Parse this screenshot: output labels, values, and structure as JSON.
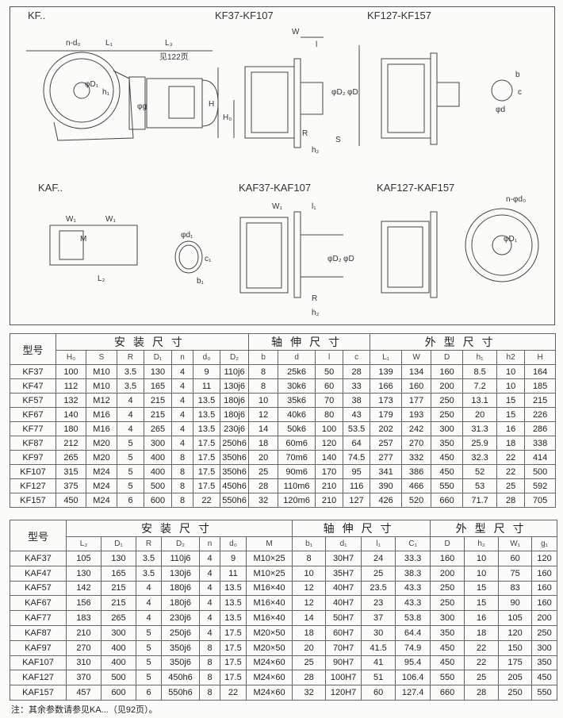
{
  "drawings": {
    "kf_title": "KF..",
    "kf_small_title": "KF37-KF107",
    "kf_large_title": "KF127-KF157",
    "kaf_title": "KAF..",
    "kaf_small_title": "KAF37-KAF107",
    "kaf_large_title": "KAF127-KAF157",
    "labels": {
      "n_d0": "n-d₀",
      "L1": "L₁",
      "L3": "L₃",
      "see_page": "见122页",
      "D1": "φD₁",
      "h1": "h₁",
      "g": "φg",
      "W": "W",
      "l": "l",
      "H": "H",
      "H0": "H₀",
      "D2": "φD₂",
      "D": "φD",
      "R": "R",
      "S": "S",
      "h2": "h₂",
      "b": "b",
      "c": "c",
      "d": "φd",
      "W1": "W₁",
      "M": "M",
      "L2": "L₂",
      "d1": "φd₁",
      "c1": "c₁",
      "b1": "b₁",
      "l1": "l₁",
      "n_phi_d0": "n-φd₀"
    }
  },
  "table_kf": {
    "model_header": "型号",
    "groups": [
      "安装尺寸",
      "轴伸尺寸",
      "外型尺寸"
    ],
    "columns": [
      "H₀",
      "S",
      "R",
      "D₁",
      "n",
      "d₀",
      "D₂",
      "b",
      "d",
      "l",
      "c",
      "L₁",
      "W",
      "D",
      "h₁",
      "h2",
      "H"
    ],
    "rows": [
      [
        "KF37",
        "100",
        "M10",
        "3.5",
        "130",
        "4",
        "9",
        "110j6",
        "8",
        "25k6",
        "50",
        "28",
        "139",
        "134",
        "160",
        "8.5",
        "10",
        "164"
      ],
      [
        "KF47",
        "112",
        "M10",
        "3.5",
        "165",
        "4",
        "11",
        "130j6",
        "8",
        "30k6",
        "60",
        "33",
        "166",
        "160",
        "200",
        "7.2",
        "10",
        "185"
      ],
      [
        "KF57",
        "132",
        "M12",
        "4",
        "215",
        "4",
        "13.5",
        "180j6",
        "10",
        "35k6",
        "70",
        "38",
        "173",
        "177",
        "250",
        "13.1",
        "15",
        "215"
      ],
      [
        "KF67",
        "140",
        "M16",
        "4",
        "215",
        "4",
        "13.5",
        "180j6",
        "12",
        "40k6",
        "80",
        "43",
        "179",
        "193",
        "250",
        "20",
        "15",
        "226"
      ],
      [
        "KF77",
        "180",
        "M16",
        "4",
        "265",
        "4",
        "13.5",
        "230j6",
        "14",
        "50k6",
        "100",
        "53.5",
        "202",
        "242",
        "300",
        "31.3",
        "16",
        "286"
      ],
      [
        "KF87",
        "212",
        "M20",
        "5",
        "300",
        "4",
        "17.5",
        "250h6",
        "18",
        "60m6",
        "120",
        "64",
        "257",
        "270",
        "350",
        "25.9",
        "18",
        "338"
      ],
      [
        "KF97",
        "265",
        "M20",
        "5",
        "400",
        "8",
        "17.5",
        "350h6",
        "20",
        "70m6",
        "140",
        "74.5",
        "277",
        "332",
        "450",
        "32.3",
        "22",
        "414"
      ],
      [
        "KF107",
        "315",
        "M24",
        "5",
        "400",
        "8",
        "17.5",
        "350h6",
        "25",
        "90m6",
        "170",
        "95",
        "341",
        "386",
        "450",
        "52",
        "22",
        "500"
      ],
      [
        "KF127",
        "375",
        "M24",
        "5",
        "500",
        "8",
        "17.5",
        "450h6",
        "28",
        "110m6",
        "210",
        "116",
        "390",
        "466",
        "550",
        "53",
        "25",
        "592"
      ],
      [
        "KF157",
        "450",
        "M24",
        "6",
        "600",
        "8",
        "22",
        "550h6",
        "32",
        "120m6",
        "210",
        "127",
        "426",
        "520",
        "660",
        "71.7",
        "28",
        "705"
      ]
    ]
  },
  "table_kaf": {
    "model_header": "型号",
    "groups": [
      "安装尺寸",
      "轴伸尺寸",
      "外型尺寸"
    ],
    "columns": [
      "L₂",
      "D₁",
      "R",
      "D₂",
      "n",
      "d₀",
      "M",
      "b₁",
      "d₁",
      "l₁",
      "C₁",
      "D",
      "h₂",
      "W₁",
      "g₁"
    ],
    "rows": [
      [
        "KAF37",
        "105",
        "130",
        "3.5",
        "110j6",
        "4",
        "9",
        "M10×25",
        "8",
        "30H7",
        "24",
        "33.3",
        "160",
        "10",
        "60",
        "120"
      ],
      [
        "KAF47",
        "130",
        "165",
        "3.5",
        "130j6",
        "4",
        "11",
        "M10×25",
        "10",
        "35H7",
        "25",
        "38.3",
        "200",
        "10",
        "75",
        "160"
      ],
      [
        "KAF57",
        "142",
        "215",
        "4",
        "180j6",
        "4",
        "13.5",
        "M16×40",
        "12",
        "40H7",
        "23.5",
        "43.3",
        "250",
        "15",
        "83",
        "160"
      ],
      [
        "KAF67",
        "156",
        "215",
        "4",
        "180j6",
        "4",
        "13.5",
        "M16×40",
        "12",
        "40H7",
        "23",
        "43.3",
        "250",
        "15",
        "90",
        "160"
      ],
      [
        "KAF77",
        "183",
        "265",
        "4",
        "230j6",
        "4",
        "13.5",
        "M16×40",
        "14",
        "50H7",
        "37",
        "53.8",
        "300",
        "16",
        "105",
        "200"
      ],
      [
        "KAF87",
        "210",
        "300",
        "5",
        "250j6",
        "4",
        "17.5",
        "M20×50",
        "18",
        "60H7",
        "30",
        "64.4",
        "350",
        "18",
        "120",
        "250"
      ],
      [
        "KAF97",
        "270",
        "400",
        "5",
        "350j6",
        "8",
        "17.5",
        "M20×50",
        "20",
        "70H7",
        "41.5",
        "74.9",
        "450",
        "22",
        "150",
        "300"
      ],
      [
        "KAF107",
        "310",
        "400",
        "5",
        "350j6",
        "8",
        "17.5",
        "M24×60",
        "25",
        "90H7",
        "41",
        "95.4",
        "450",
        "22",
        "175",
        "350"
      ],
      [
        "KAF127",
        "370",
        "500",
        "5",
        "450h6",
        "8",
        "17.5",
        "M24×60",
        "28",
        "100H7",
        "51",
        "106.4",
        "550",
        "25",
        "205",
        "450"
      ],
      [
        "KAF157",
        "457",
        "600",
        "6",
        "550h6",
        "8",
        "22",
        "M24×60",
        "32",
        "120H7",
        "60",
        "127.4",
        "660",
        "28",
        "250",
        "550"
      ]
    ]
  },
  "note": "注：其余参数请参见KA...（见92页）。"
}
